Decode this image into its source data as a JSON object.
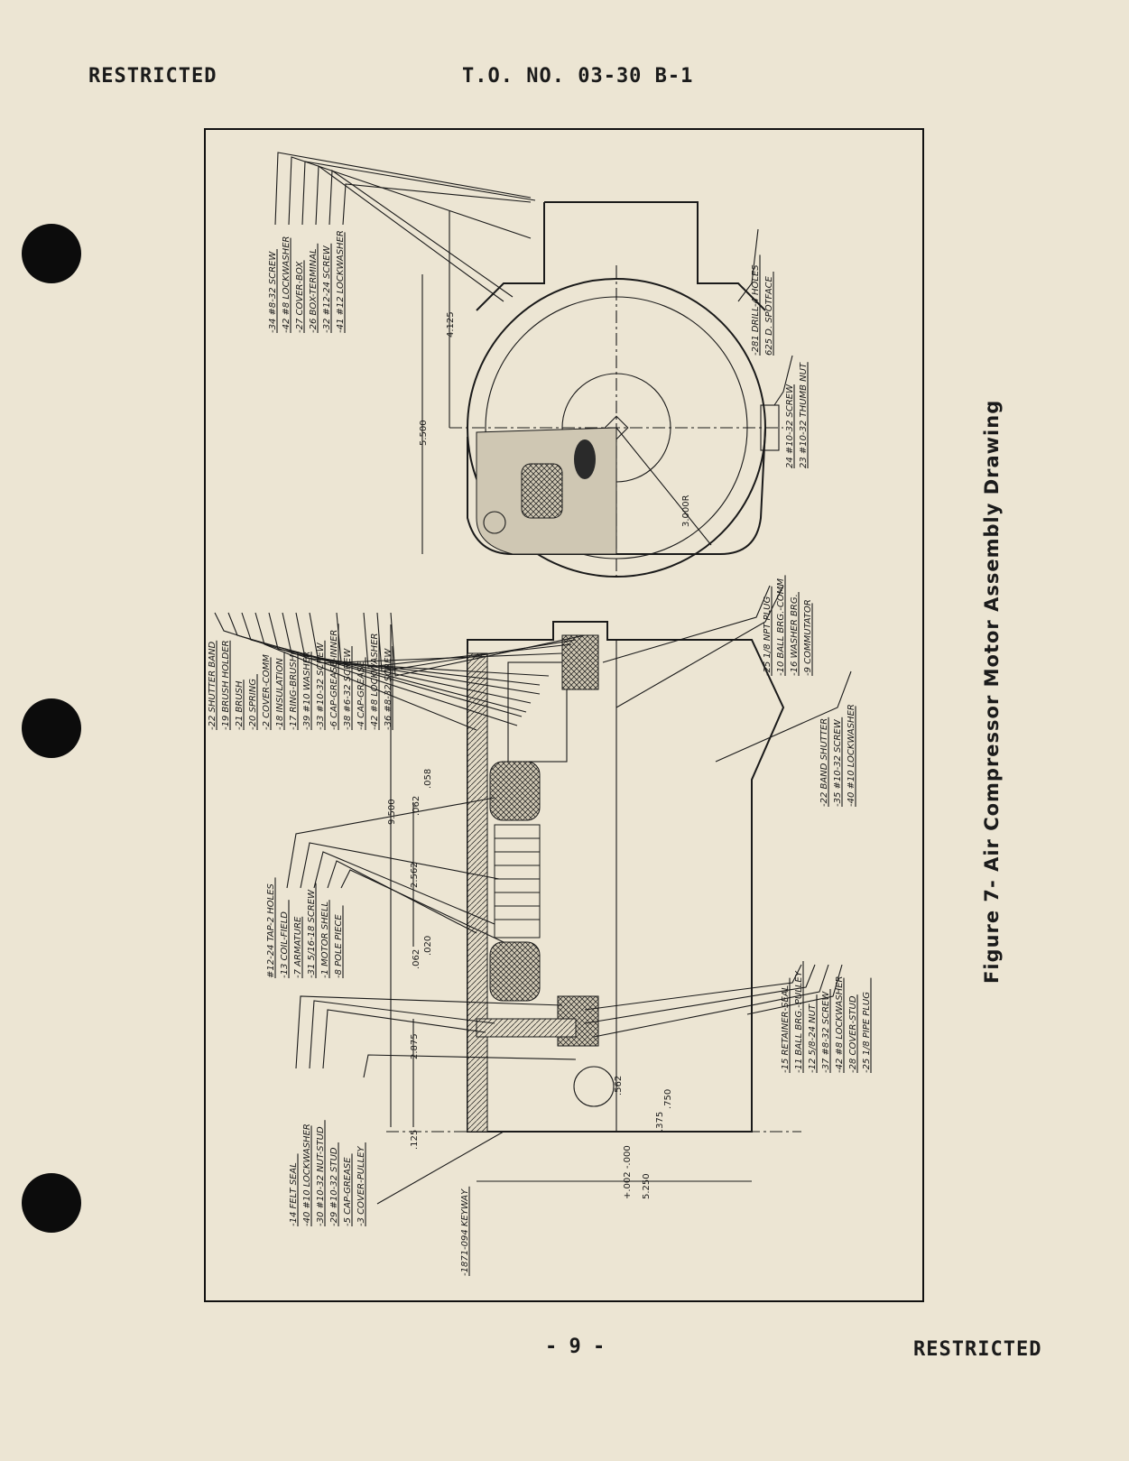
{
  "header": {
    "left": "RESTRICTED",
    "center": "T.O. NO. 03-30 B-1"
  },
  "footer": {
    "page_number": "- 9 -",
    "right": "RESTRICTED"
  },
  "figure": {
    "caption": "Figure 7- Air Compressor Motor Assembly Drawing",
    "label_groups": {
      "end_view_top": [
        "-34 #8-32 SCREW",
        "-42 #8 LOCKWASHER",
        "-27 COVER-BOX",
        "-26 BOX-TERMINAL",
        "-32 #12-24 SCREW",
        "-41 #12 LOCKWASHER"
      ],
      "end_view_right": [
        "-281 DRILL-4 HOLES",
        "625 D. SPOTFACE"
      ],
      "end_view_thumb": [
        "24 #10-32 SCREW",
        "23 #10-32 THUMB NUT"
      ],
      "brush_group": [
        "-22 SHUTTER BAND",
        "-19 BRUSH HOLDER",
        "-21 BRUSH",
        "-20 SPRING",
        "-2 COVER-COMM",
        "-18 INSULATION",
        "-17 RING-BRUSH",
        "-39 #10 WASHER",
        "-33 #10-32 SCREW",
        "-6 CAP-GREASE-INNER",
        "-38 #6-32 SCREW",
        "-4 CAP-GREASE",
        "-42 #8 LOCKWASHER",
        "-36 #8-32 SCREW"
      ],
      "bearing_group": [
        "-25 1/8 NPT PLUG",
        "-10 BALL BRG.-COMM",
        "-16 WASHER BRG.",
        "-9 COMMUTATOR"
      ],
      "shutter_group": [
        "-22 BAND SHUTTER",
        "-35 #10-32 SCREW",
        "-40 #10 LOCKWASHER"
      ],
      "field_group": [
        "#12-24 TAP-2 HOLES",
        "-13 COIL-FIELD",
        "-7 ARMATURE",
        "-31 5/16-18 SCREW",
        "-1 MOTOR SHELL",
        "-8 POLE PIECE"
      ],
      "pulley_end_group": [
        "-15 RETAINER-SEAL",
        "-11 BALL BRG.-PULLEY",
        "-12 5/8-24 NUT",
        "-37 #8-32 SCREW",
        "-42 #8 LOCKWASHER",
        "-28 COVER-STUD",
        "-25 1/8 PIPE PLUG"
      ],
      "lower_left_group": [
        "-14 FELT SEAL",
        "-40 #10 LOCKWASHER",
        "-30 #10-32 NUT-STUD",
        "-29 #10-32 STUD",
        "-5 CAP-GREASE",
        "-3 COVER-PULLEY"
      ],
      "keyway": [
        "-1871-094 KEYWAY"
      ]
    },
    "dimensions": {
      "d_4125": "4.125",
      "d_5500": "5.500",
      "d_3000r": "3.000R",
      "d_9500": "9.500",
      "d_2562": "2.562",
      "d_2875": "2.875",
      "d_125": ".125",
      "d_5250": "5.250",
      "d_tol": "+.002 -.000",
      "d_562": ".562",
      "d_750": ".750",
      "d_375": ".375",
      "d_062a": ".062",
      "d_062b": ".062",
      "d_058": ".058",
      "d_020": ".020"
    }
  }
}
